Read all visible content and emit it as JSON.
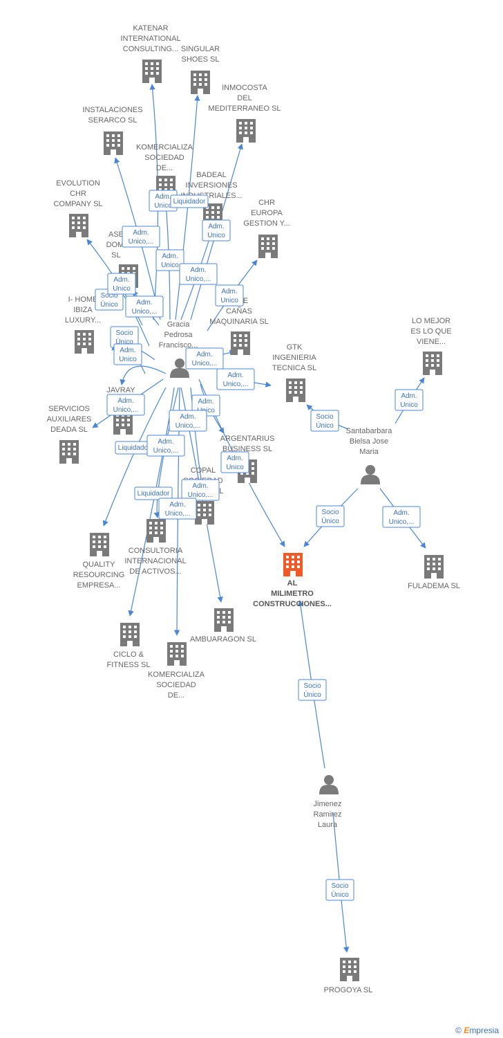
{
  "colors": {
    "edge": "#4a86d6",
    "company": "#7a7a7a",
    "focus": "#f05a28",
    "person": "#7a7a7a"
  },
  "nodes": [
    {
      "id": "katenar",
      "kind": "company",
      "label": [
        "KATENAR",
        "INTERNATIONAL",
        "CONSULTING..."
      ]
    },
    {
      "id": "singular",
      "kind": "company",
      "label": [
        "SINGULAR",
        "SHOES  SL"
      ]
    },
    {
      "id": "inmocosta",
      "kind": "company",
      "label": [
        "INMOCOSTA",
        "DEL",
        "MEDITERRANEO SL"
      ]
    },
    {
      "id": "instalaciones",
      "kind": "company",
      "label": [
        "INSTALACIONES",
        "SERARCO  SL"
      ]
    },
    {
      "id": "komercializa1",
      "kind": "company",
      "label": [
        "KOMERCIALIZA",
        "SOCIEDAD",
        "DE..."
      ]
    },
    {
      "id": "badeal",
      "kind": "company",
      "label": [
        "BADEAL",
        "INVERSIONES",
        "INDUSTRIALES..."
      ]
    },
    {
      "id": "evolution",
      "kind": "company",
      "label": [
        "EVOLUTION",
        "CHR",
        "COMPANY SL"
      ]
    },
    {
      "id": "chreuropa",
      "kind": "company",
      "label": [
        "CHR",
        "EUROPA",
        "GESTION Y..."
      ]
    },
    {
      "id": "asesores",
      "kind": "company",
      "label": [
        "ASE",
        "DOMI",
        "SL"
      ]
    },
    {
      "id": "ihome",
      "kind": "company",
      "label": [
        "I- HOME",
        "IBIZA",
        "LUXURY..."
      ]
    },
    {
      "id": "canas",
      "kind": "company",
      "label": [
        "R DE",
        "CAÑAS",
        "MAQUINARIA SL"
      ]
    },
    {
      "id": "gtk",
      "kind": "company",
      "label": [
        "GTK",
        "INGENIERIA",
        "TECNICA  SL"
      ]
    },
    {
      "id": "lomejor",
      "kind": "company",
      "label": [
        "LO MEJOR",
        "ES LO QUE",
        "VIENE..."
      ]
    },
    {
      "id": "javray",
      "kind": "company",
      "label": [
        "JAVRAY",
        "PAR",
        "SL"
      ]
    },
    {
      "id": "servicios",
      "kind": "company",
      "label": [
        "SERVICIOS",
        "AUXILIARES",
        "DEADA  SL"
      ]
    },
    {
      "id": "argentarius",
      "kind": "company",
      "label": [
        "ARGENTARIUS",
        "BUSINESS SL"
      ]
    },
    {
      "id": "copal",
      "kind": "company",
      "label": [
        "COPAL",
        "SOCIEDAD",
        "S... NES SL"
      ]
    },
    {
      "id": "consultoria",
      "kind": "company",
      "label": [
        "CONSULTORIA",
        "INTERNACIONAL",
        "DE ACTIVOS..."
      ]
    },
    {
      "id": "quality",
      "kind": "company",
      "label": [
        "QUALITY",
        "RESOURCING",
        "EMPRESA..."
      ]
    },
    {
      "id": "almilimetro",
      "kind": "focus",
      "label": [
        "AL",
        "MILIMETRO",
        "CONSTRUCCIONES..."
      ]
    },
    {
      "id": "fuladema",
      "kind": "company",
      "label": [
        "FULADEMA SL"
      ]
    },
    {
      "id": "ambuaragon",
      "kind": "company",
      "label": [
        "AMBUARAGON SL"
      ]
    },
    {
      "id": "ciclo",
      "kind": "company",
      "label": [
        "CICLO &",
        "FITNESS SL"
      ]
    },
    {
      "id": "komercializa2",
      "kind": "company",
      "label": [
        "KOMERCIALIZA",
        "SOCIEDAD",
        "DE..."
      ]
    },
    {
      "id": "progoya",
      "kind": "company",
      "label": [
        "PROGOYA  SL"
      ]
    },
    {
      "id": "gracia",
      "kind": "person",
      "label": [
        "Gracia",
        "Pedrosa",
        "Francisco..."
      ]
    },
    {
      "id": "santabarbara",
      "kind": "person",
      "label": [
        "Santabarbara",
        "Bielsa Jose",
        "Maria"
      ]
    },
    {
      "id": "jimenez",
      "kind": "person",
      "label": [
        "Jimenez",
        "Ramirez",
        "Laura"
      ]
    }
  ],
  "edges": [
    {
      "from": "gracia",
      "to": "katenar",
      "label": [
        "Adm.",
        "Unico"
      ]
    },
    {
      "from": "gracia",
      "to": "singular",
      "label": [
        "Liquidador"
      ]
    },
    {
      "from": "gracia",
      "to": "inmocosta",
      "label": [
        "Adm.",
        "Unico"
      ]
    },
    {
      "from": "gracia",
      "to": "instalaciones",
      "label": [
        "Adm.",
        "Unico,..."
      ]
    },
    {
      "from": "gracia",
      "to": "komercializa1",
      "label": [
        "Adm.",
        "Unico"
      ]
    },
    {
      "from": "gracia",
      "to": "badeal",
      "label": [
        "Adm.",
        "Unico,..."
      ]
    },
    {
      "from": "gracia",
      "to": "evolution",
      "label": [
        "Adm.",
        "Unico"
      ]
    },
    {
      "from": "gracia",
      "to": "chreuropa",
      "label": [
        "Adm.",
        "Unico"
      ]
    },
    {
      "from": "gracia",
      "to": "asesores",
      "label": [
        "Adm.",
        "Unico,..."
      ]
    },
    {
      "from": "gracia",
      "to": "ihome",
      "label": [
        "Socio",
        "Único"
      ]
    },
    {
      "from": "gracia",
      "to": "canas",
      "label": [
        "Adm.",
        "Unico,..."
      ]
    },
    {
      "from": "gracia",
      "to": "gtk",
      "label": [
        "Adm.",
        "Unico,..."
      ]
    },
    {
      "from": "gracia",
      "to": "javray",
      "label": [
        "Adm.",
        "Unico"
      ]
    },
    {
      "from": "gracia",
      "to": "servicios",
      "label": [
        "Adm.",
        "Unico,..."
      ]
    },
    {
      "from": "gracia",
      "to": "argentarius",
      "label": [
        "Adm.",
        "Unico"
      ]
    },
    {
      "from": "gracia",
      "to": "copal",
      "label": [
        "Adm.",
        "Unico,..."
      ]
    },
    {
      "from": "gracia",
      "to": "consultoria",
      "label": [
        "Liquidador"
      ]
    },
    {
      "from": "gracia",
      "to": "quality",
      "label": [
        "Liquidador"
      ]
    },
    {
      "from": "gracia",
      "to": "almilimetro",
      "label": [
        "Adm.",
        "Unico"
      ]
    },
    {
      "from": "gracia",
      "to": "ambuaragon",
      "label": [
        "Adm.",
        "Unico,..."
      ]
    },
    {
      "from": "gracia",
      "to": "ciclo",
      "label": [
        "Adm.",
        "Unico,..."
      ]
    },
    {
      "from": "gracia",
      "to": "komercializa2",
      "label": [
        "Adm.",
        "Unico,..."
      ]
    },
    {
      "from": "gracia",
      "to": "ihome",
      "label": [
        "Socio",
        "Único"
      ]
    },
    {
      "from": "gracia",
      "to": "asesores",
      "label": [
        "Adm.",
        "Unico"
      ]
    },
    {
      "from": "santabarbara",
      "to": "gtk",
      "label": [
        "Socio",
        "Único"
      ]
    },
    {
      "from": "santabarbara",
      "to": "lomejor",
      "label": [
        "Adm.",
        "Unico"
      ]
    },
    {
      "from": "santabarbara",
      "to": "almilimetro",
      "label": [
        "Socio",
        "Único"
      ]
    },
    {
      "from": "santabarbara",
      "to": "fuladema",
      "label": [
        "Adm.",
        "Unico,..."
      ]
    },
    {
      "from": "jimenez",
      "to": "almilimetro",
      "label": [
        "Socio",
        "Único"
      ]
    },
    {
      "from": "jimenez",
      "to": "progoya",
      "label": [
        "Socio",
        "Único"
      ]
    }
  ],
  "brand": {
    "copyright": "©",
    "name_initial": "E",
    "name_rest": "mpresia"
  }
}
